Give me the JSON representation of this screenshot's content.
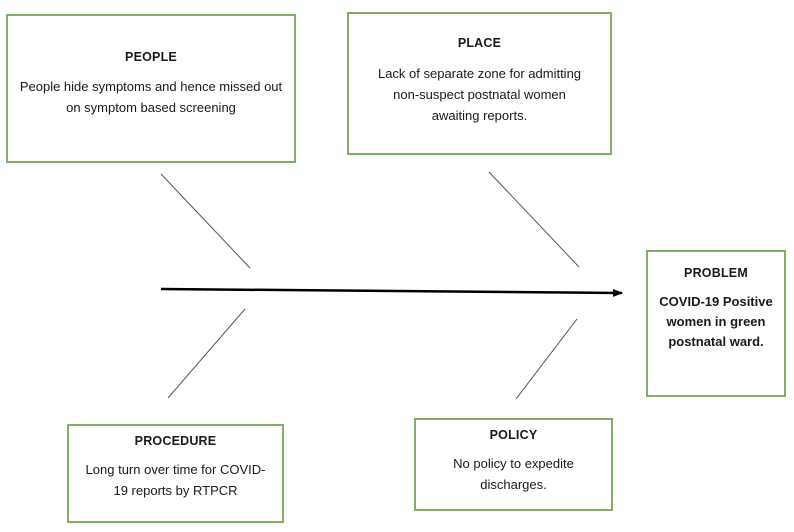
{
  "people": {
    "title": "PEOPLE",
    "text": "People hide symptoms and hence missed out on symptom based screening"
  },
  "place": {
    "title": "PLACE",
    "text": "Lack of separate zone for admitting non-suspect postnatal women awaiting reports."
  },
  "procedure": {
    "title": "PROCEDURE",
    "text": "Long turn over time for COVID-19 reports by RTPCR"
  },
  "policy": {
    "title": "POLICY",
    "text": "No policy to expedite discharges."
  },
  "problem": {
    "title": "PROBLEM",
    "text": "COVID-19 Positive women in green postnatal ward."
  },
  "colors": {
    "box_border": "#7fb069",
    "lines": "#555555",
    "spine": "#000000"
  }
}
